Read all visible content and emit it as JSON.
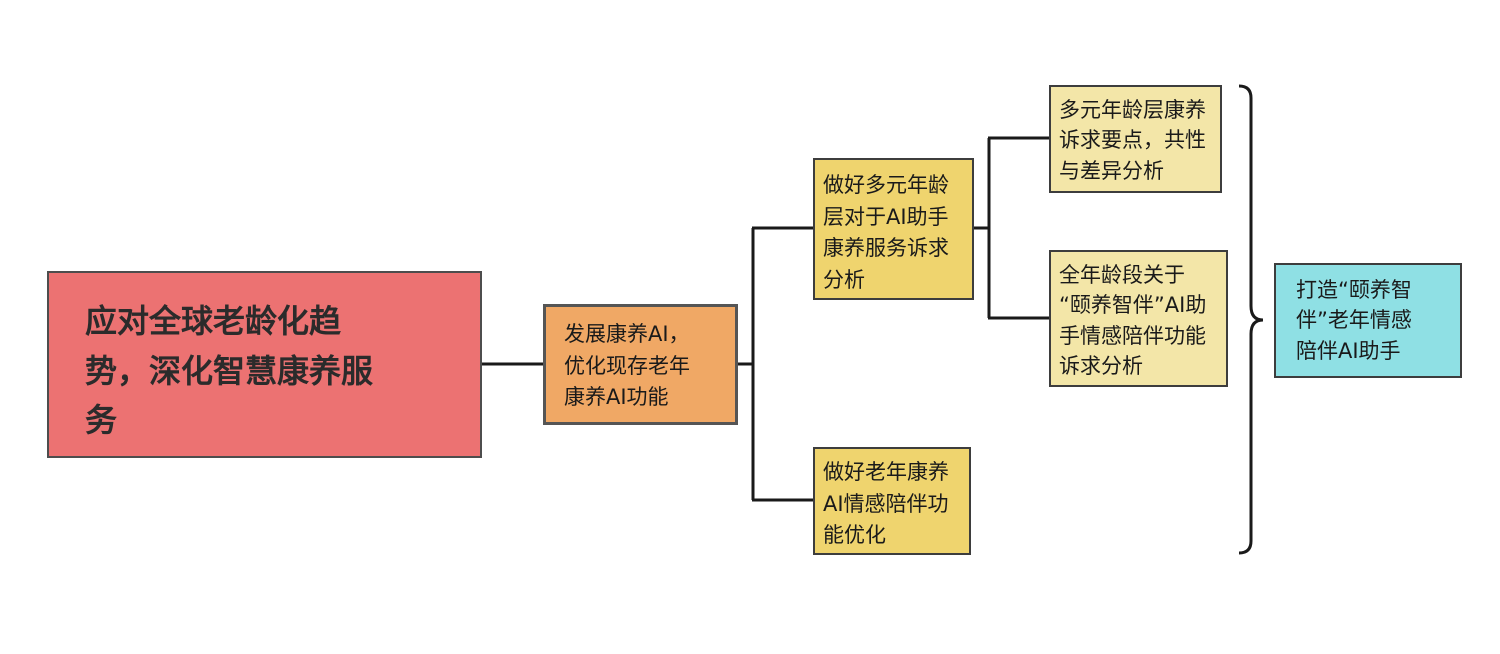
{
  "root": {
    "lines": [
      "应对全球老龄化趋",
      "势，深化智慧康养服",
      "务"
    ]
  },
  "level1": {
    "lines": [
      "发展康养AI，",
      "优化现存老年",
      "康养AI功能"
    ]
  },
  "level2": [
    {
      "lines": [
        "做好多元年龄",
        "层对于AI助手",
        "康养服务诉求",
        "分析"
      ]
    },
    {
      "lines": [
        "做好老年康养",
        "AI情感陪伴功",
        "能优化"
      ]
    }
  ],
  "level3": [
    {
      "lines": [
        "多元年龄层康养",
        "诉求要点，共性",
        "与差异分析"
      ]
    },
    {
      "lines": [
        "全年龄段关于",
        "“颐养智伴”AI助",
        "手情感陪伴功能",
        "诉求分析"
      ]
    }
  ],
  "result": {
    "lines": [
      "打造“颐养智",
      "伴”老年情感",
      "陪伴AI助手"
    ]
  },
  "colors": {
    "root": "#ec7272",
    "level1": "#f0a865",
    "level2": "#efd46e",
    "level3": "#f3e6a8",
    "result": "#8fe0e4",
    "line": "#1a1a1a"
  }
}
